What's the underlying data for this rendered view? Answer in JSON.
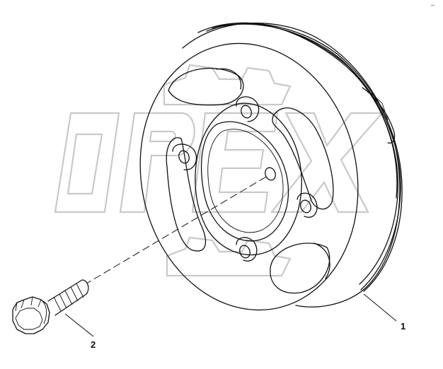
{
  "callouts": [
    {
      "label": "1",
      "part": "pulley"
    },
    {
      "label": "2",
      "part": "bolt"
    }
  ],
  "watermark_text": "OPEX",
  "corner_mark": "~"
}
